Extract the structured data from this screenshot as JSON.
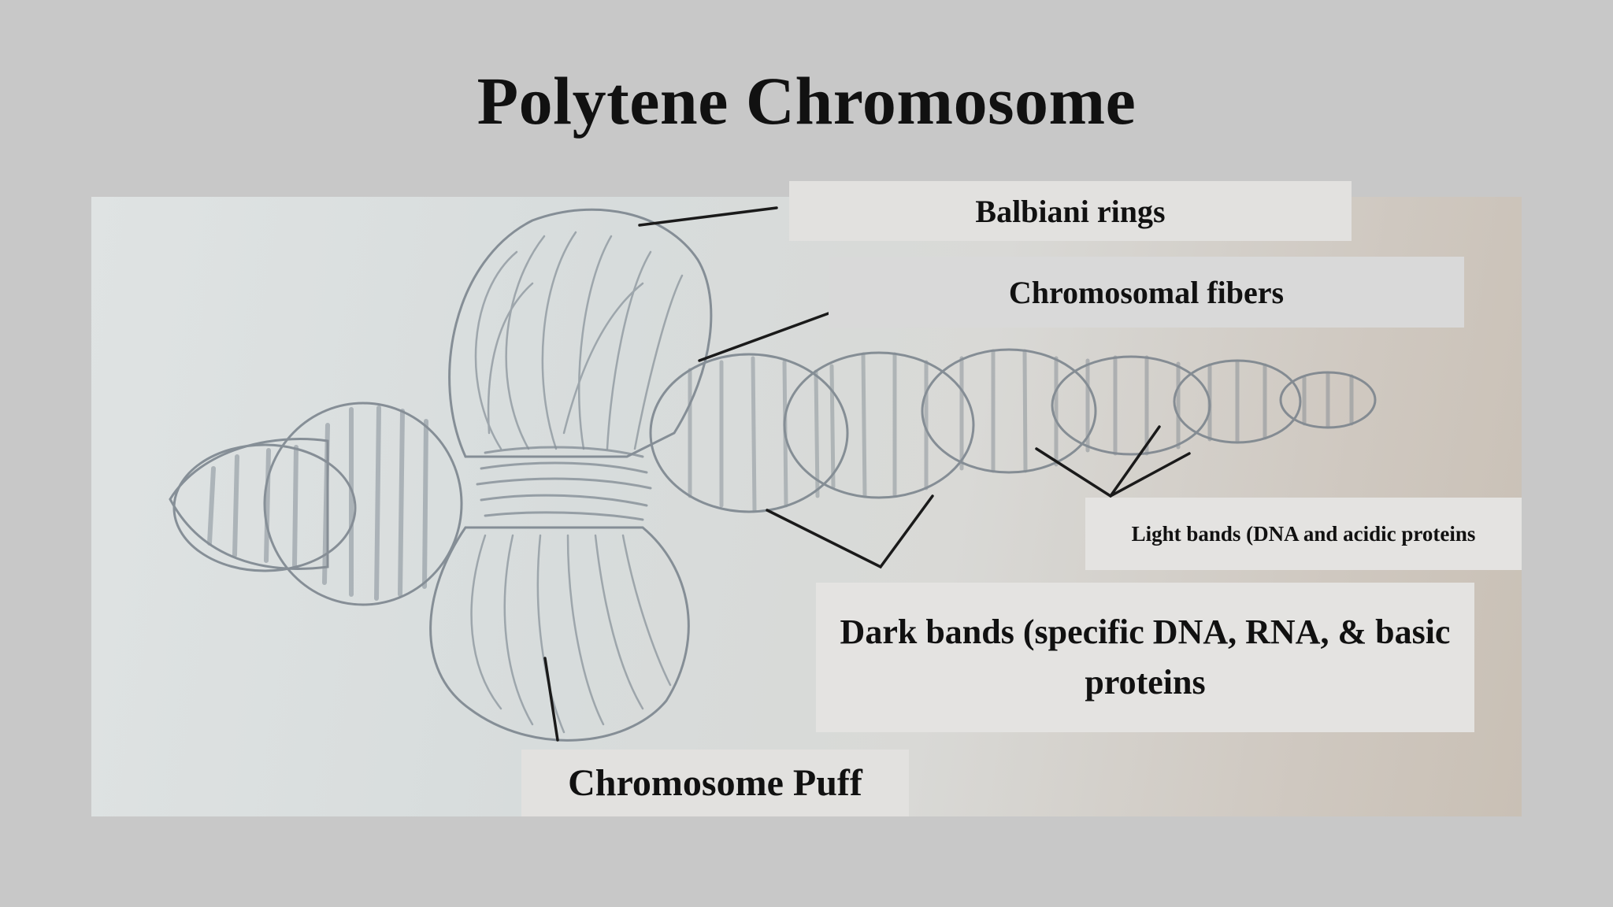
{
  "title": "Polytene Chromosome",
  "labels": {
    "balbiani": "Balbiani rings",
    "fibers": "Chromosomal fibers",
    "light_bands": "Light bands (DNA and acidic proteins",
    "dark_bands": "Dark bands (specific DNA, RNA, & basic proteins",
    "puff": "Chromosome Puff"
  },
  "colors": {
    "background": "#c8c8c8",
    "label_box": "#e2e1df",
    "pencil": "#6f7a80",
    "text": "#111111"
  }
}
